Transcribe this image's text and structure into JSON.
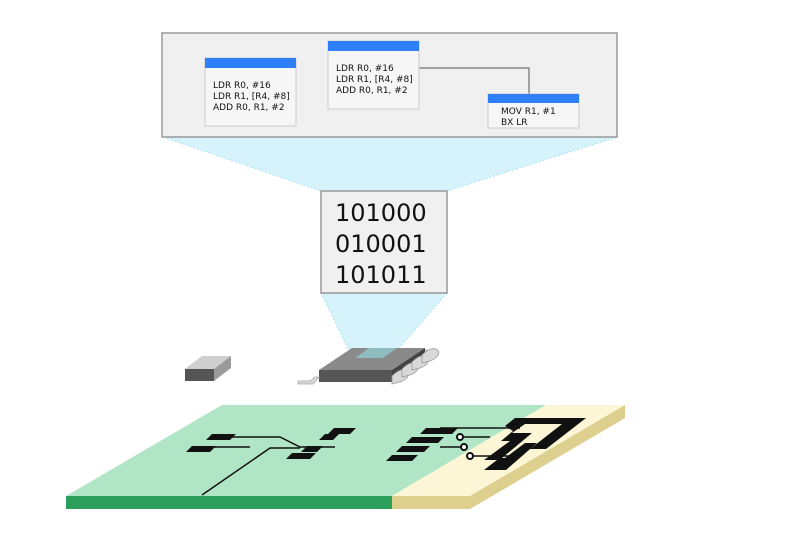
{
  "disassembly_panel": {
    "blocks": [
      {
        "lines": [
          "LDR R0, #16",
          "LDR R1, [R4, #8]",
          "ADD R0, R1, #2"
        ]
      },
      {
        "lines": [
          "LDR R0, #16",
          "LDR R1, [R4, #8]",
          "ADD R0, R1, #2"
        ]
      },
      {
        "lines": [
          "MOV R1, #1",
          "BX LR"
        ]
      }
    ]
  },
  "binary_box": {
    "lines": [
      "101000",
      "010001",
      "101011"
    ]
  },
  "colors": {
    "block_header": "#2f7ff7",
    "panel_fill": "#f0f0f0",
    "panel_border": "#999999",
    "beam": "#d6f3fb",
    "pcb_green_top": "#b0e6c6",
    "pcb_green_edge": "#2c9e5b",
    "pcb_cream_top": "#fcf5d6",
    "pcb_cream_edge": "#ddd08e",
    "trace": "#111111",
    "chip_body": "#555555",
    "chip_top": "#8ec4c8",
    "chip_pins": "#d0d0d0"
  }
}
